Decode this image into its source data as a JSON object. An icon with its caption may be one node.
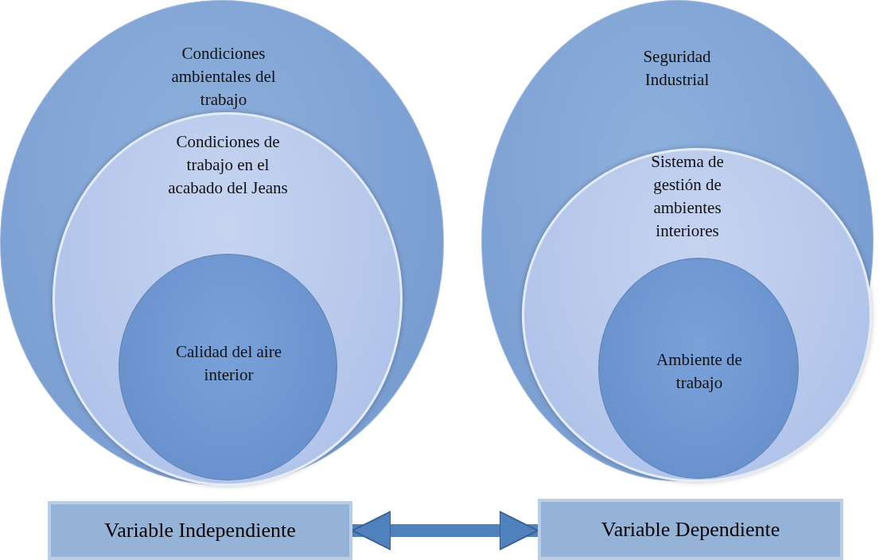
{
  "diagram": {
    "nodes": [
      {
        "text": [
          "Condiciones ambientales del trabajo"
        ]
      },
      {
        "text": [
          "Condiciones de trabajo en el acabado del Jeans"
        ],
        "in": 0
      },
      {
        "text": [
          "Calidad del aire interior"
        ],
        "in": 1
      },
      {
        "text": [
          "Seguridad Industrial"
        ]
      },
      {
        "text": [
          "Sistema de gestión de ambientes interiores"
        ],
        "in": 3
      },
      {
        "text": [
          "Ambiente de trabajo"
        ],
        "in": 4
      },
      {
        "text": [
          "Variable Independiente"
        ]
      },
      {
        "text": [
          "Variable Dependiente"
        ]
      }
    ],
    "edges": [
      {
        "from": 6,
        "to": 7,
        "arrow": "both"
      }
    ]
  }
}
